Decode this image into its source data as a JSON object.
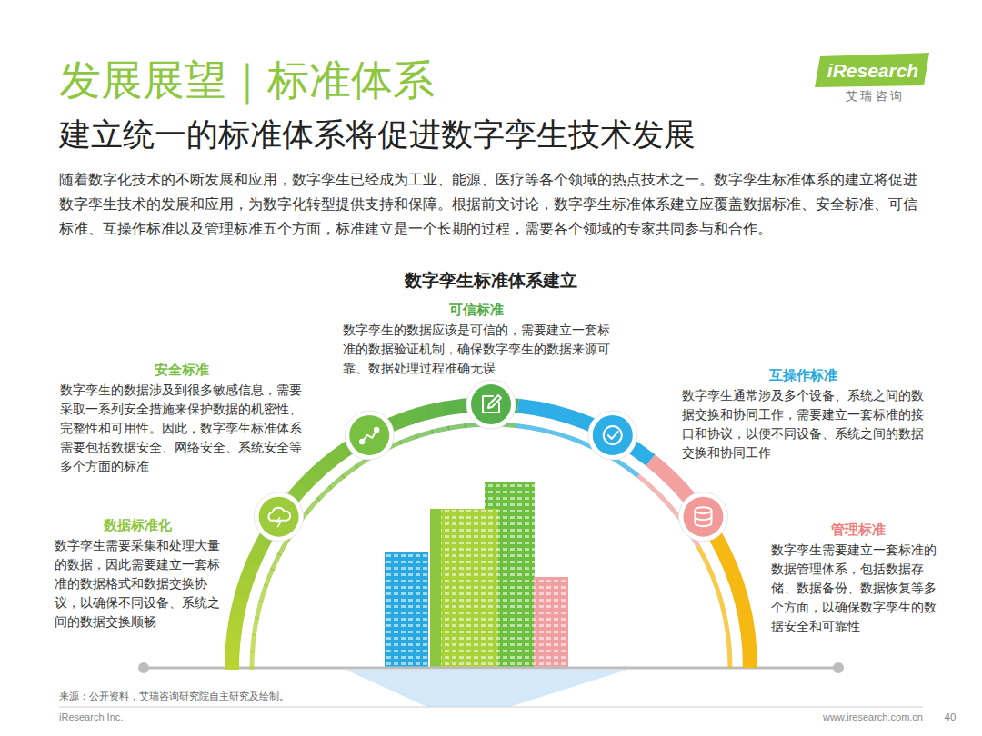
{
  "diagram": {
    "title": "发展展望｜标准体系",
    "nodes": [
      {
        "text": [
          "数据标准化",
          "数字孪生需要采集和处理大量的数据，因此需要建立一套标准的数据格式和数据交换协议，以确保不同设备、系统之间的数据交换顺畅"
        ]
      },
      {
        "text": [
          "安全标准",
          "数字孪生的数据涉及到很多敏感信息，需要采取一系列安全措施来保护数据的机密性、完整性和可用性。因此，数字孪生标准体系需要包括数据安全、网络安全、系统安全等多个方面的标准"
        ]
      },
      {
        "text": [
          "可信标准",
          "数字孪生的数据应该是可信的，需要建立一套标准的数据验证机制，确保数字孪生的数据来源可靠、数据处理过程准确无误"
        ]
      },
      {
        "text": [
          "互操作标准",
          "数字孪生通常涉及多个设备、系统之间的数据交换和协同工作，需要建立一套标准的接口和协议，以便不同设备、系统之间的数据交换和协同工作"
        ]
      },
      {
        "text": [
          "管理标准",
          "数字孪生需要建立一套标准的数据管理体系，包括数据存储、数据备份、数据恢复等多个方面，以确保数字孪生的数据安全和可靠性"
        ]
      }
    ],
    "labels": [
      "建立统一的标准体系将促进数字孪生技术发展",
      "随着数字化技术的不断发展和应用，数字孪生已经成为工业、能源、医疗等各个领域的热点技术之一。数字孪生标准体系的建立将促进数字孪生技术的发展和应用，为数字化转型提供支持和保障。根据前文讨论，数字孪生标准体系建立应覆盖数据标准、安全标准、可信标准、互操作标准以及管理标准五个方面，标准建立是一个长期的过程，需要各个领域的专家共同参与和合作。",
      "数字孪生标准体系建立",
      "iResearch",
      "艾 瑞 咨 询",
      "来源：公开资料，艾瑞咨询研究院自主研究及绘制。",
      "iResearch Inc.",
      "www.iresearch.com.cn",
      "40"
    ]
  }
}
